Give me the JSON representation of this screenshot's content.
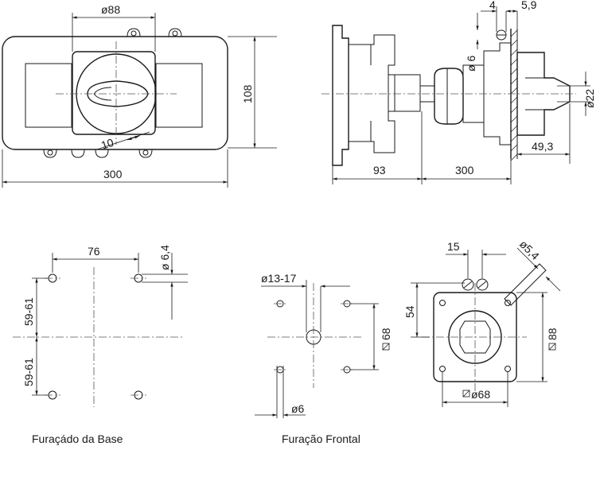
{
  "views": {
    "front": {
      "dim_diameter": "ø88",
      "dim_width": "300",
      "dim_height": "108",
      "dim_offset": "10"
    },
    "side": {
      "dim_4": "4",
      "dim_5_9": "5,9",
      "dim_d6": "ø 6",
      "dim_d22": "ø22",
      "dim_49_3": "49,3",
      "dim_93": "93",
      "dim_300": "300"
    },
    "base": {
      "dim_76": "76",
      "dim_d6_4": "ø 6,4",
      "dim_59_61_top": "59-61",
      "dim_59_61_bottom": "59-61",
      "caption": "Furaçádo da Base"
    },
    "frontal": {
      "dim_d13_17": "ø13-17",
      "dim_sq68": "68",
      "dim_d6": "ø6",
      "caption": "Furação Frontal"
    },
    "panel": {
      "dim_15": "15",
      "dim_d5_4": "ø5,4",
      "dim_54": "54",
      "dim_sq88": "88",
      "dim_sq68": "ø68"
    }
  }
}
